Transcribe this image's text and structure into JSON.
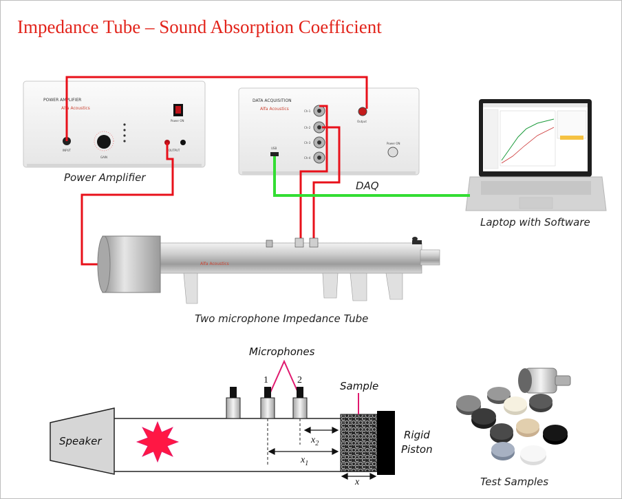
{
  "title": "Impedance Tube – Sound Absorption Coefficient",
  "devices": {
    "amp_panel": "POWER AMPLIFIER",
    "amp_brand": "Alfa Acoustics",
    "amp_input": "INPUT",
    "amp_gain": "GAIN",
    "amp_output": "OUTPUT",
    "amp_power": "Power ON",
    "daq_panel": "DATA ACQUISITION",
    "daq_brand": "Alfa Acoustics",
    "daq_usb": "USB",
    "daq_output": "Output",
    "daq_power": "Power ON",
    "daq_ch1": "Ch-1",
    "daq_ch2": "Ch-2",
    "daq_ch3": "Ch-3",
    "daq_ch4": "Ch-4",
    "tube_brand": "Alfa Acoustics"
  },
  "captions": {
    "power_amplifier": "Power Amplifier",
    "daq": "DAQ",
    "laptop": "Laptop with Software",
    "tube": "Two microphone Impedance Tube"
  },
  "schematic": {
    "microphones": "Microphones",
    "mic1": "1",
    "mic2": "2",
    "sample": "Sample",
    "speaker": "Speaker",
    "rigid": "Rigid",
    "piston": "Piston",
    "x2_base": "x",
    "x2_sub": "2",
    "x1_base": "x",
    "x1_sub": "1",
    "x": "x"
  },
  "test_samples": "Test Samples",
  "colors": {
    "title": "#e2231a",
    "signal_wire": "#e8101a",
    "usb_cable": "#33dd33",
    "mic_lines": "#e0196e",
    "star": "#ff1744"
  }
}
